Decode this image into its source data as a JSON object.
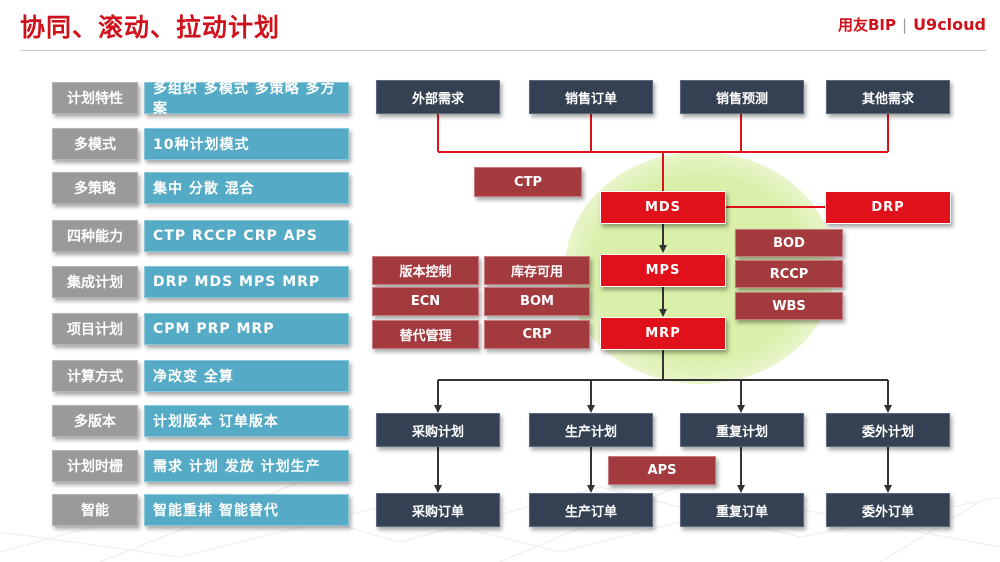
{
  "header": {
    "title": "协同、滚动、拉动计划",
    "brand_a": "用友BIP",
    "brand_sep": "|",
    "brand_b": "U9cloud"
  },
  "features": [
    {
      "label": "计划特性",
      "value": "多组织 多模式 多策略 多方案"
    },
    {
      "label": "多模式",
      "value": "10种计划模式"
    },
    {
      "label": "多策略",
      "value": "集中 分散 混合"
    },
    {
      "label": "四种能力",
      "value": "CTP RCCP CRP APS"
    },
    {
      "label": "集成计划",
      "value": "DRP MDS MPS MRP"
    },
    {
      "label": "项目计划",
      "value": "CPM  PRP  MRP"
    },
    {
      "label": "计算方式",
      "value": "净改变 全算"
    },
    {
      "label": "多版本",
      "value": "计划版本 订单版本"
    },
    {
      "label": "计划时栅",
      "value": "需求 计划 发放 计划生产"
    },
    {
      "label": "智能",
      "value": "智能重排 智能替代"
    }
  ],
  "flow": {
    "demands": [
      "外部需求",
      "销售订单",
      "销售预测",
      "其他需求"
    ],
    "ctp": "CTP",
    "core": [
      "MDS",
      "MPS",
      "MRP"
    ],
    "drp": "DRP",
    "left_tools": [
      "版本控制",
      "库存可用",
      "ECN",
      "BOM",
      "替代管理",
      "CRP"
    ],
    "right_tools": [
      "BOD",
      "RCCP",
      "WBS"
    ],
    "plans": [
      "采购计划",
      "生产计划",
      "重复计划",
      "委外计划"
    ],
    "aps": "APS",
    "orders": [
      "采购订单",
      "生产订单",
      "重复订单",
      "委外订单"
    ]
  }
}
